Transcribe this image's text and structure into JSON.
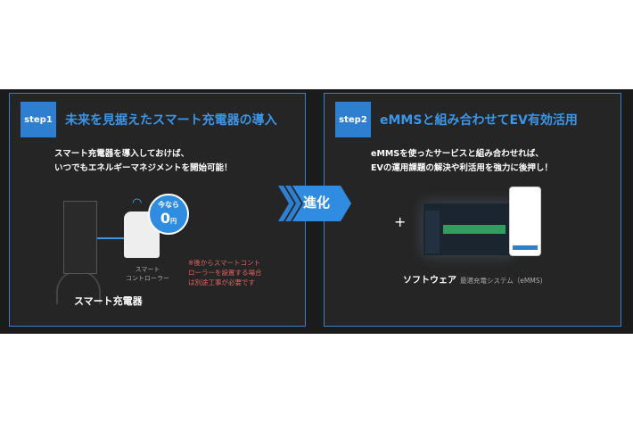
{
  "step1": {
    "badge": "step1",
    "title": "未来を見据えたスマート充電器の導入",
    "lead_line1": "スマート充電器を導入しておけば、",
    "lead_line2": "いつでもエネルギーマネジメントを開始可能！",
    "promo_top": "今なら",
    "promo_value": "0",
    "promo_unit": "円",
    "controller_label_line1": "スマート",
    "controller_label_line2": "コントローラー",
    "note_line1": "※後からスマートコント",
    "note_line2": "ローラーを設置する場合",
    "note_line3": "は別途工事が必要です",
    "caption": "スマート充電器"
  },
  "arrow": {
    "label": "進化"
  },
  "step2": {
    "badge": "step2",
    "title": "eMMSと組み合わせてEV有効活用",
    "lead_line1": "eMMSを使ったサービスと組み合わせれば、",
    "lead_line2": "EVの運用課題の解決や利活用を強力に後押し！",
    "plus": "+",
    "caption": "ソフトウェア",
    "caption_sub": "最適充電システム（eMMS)"
  },
  "colors": {
    "accent": "#2f7fd0",
    "title": "#3b95e8",
    "note": "#e06060",
    "panel": "#252525"
  }
}
